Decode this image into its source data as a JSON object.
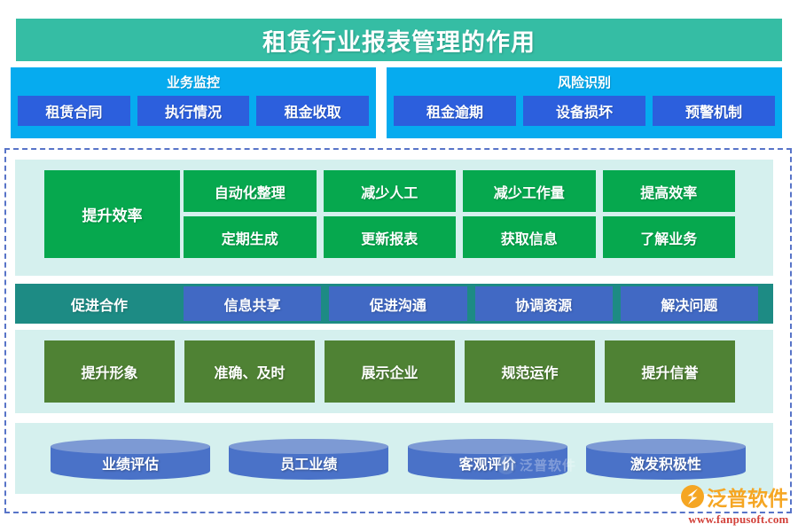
{
  "header": {
    "title": "租赁行业报表管理的作用"
  },
  "top_panels": [
    {
      "title": "业务监控",
      "chips": [
        "租赁合同",
        "执行情况",
        "租金收取"
      ]
    },
    {
      "title": "风险识别",
      "chips": [
        "租金逾期",
        "设备损坏",
        "预警机制"
      ]
    }
  ],
  "sections": {
    "efficiency": {
      "anchor": "提升效率",
      "cells": [
        "自动化整理",
        "减少人工",
        "减少工作量",
        "提高效率",
        "定期生成",
        "更新报表",
        "获取信息",
        "了解业务"
      ]
    },
    "cooperation": {
      "anchor": "促进合作",
      "chips": [
        "信息共享",
        "促进沟通",
        "协调资源",
        "解决问题"
      ]
    },
    "image": {
      "cells": [
        "提升形象",
        "准确、及时",
        "展示企业",
        "规范运作",
        "提升信誉"
      ]
    },
    "performance": {
      "cylinders": [
        "业绩评估",
        "员工业绩",
        "客观评价",
        "激发积极性"
      ]
    }
  },
  "branding": {
    "watermark_text": "泛普软件",
    "logo_text": "泛普软件",
    "logo_url": "www.fanpusoft.com"
  },
  "colors": {
    "title_bg": "#35bda4",
    "panel_cyan": "#06abef",
    "chip_blue": "#2c5fdd",
    "band_light": "#d5f0ee",
    "green": "#06a84e",
    "teal": "#1d8b84",
    "teal_chip": "#4169c4",
    "olive": "#4f8234",
    "cylinder_body": "#4a72c8",
    "cylinder_top": "#7d9ad4",
    "dashed_border": "#5874c8",
    "logo_orange": "#f5a623",
    "logo_url_red": "#d2413a"
  }
}
